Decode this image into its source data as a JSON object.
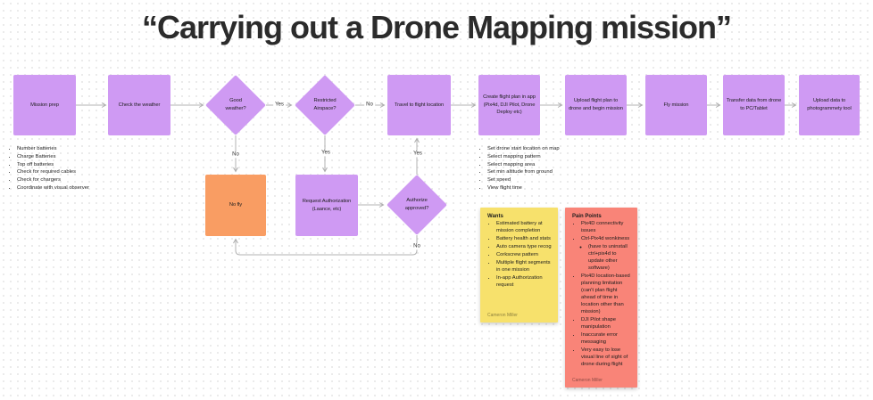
{
  "title": "“Carrying out a Drone Mapping mission”",
  "colors": {
    "node_purple": "#CF9AF3",
    "node_orange": "#F99D63",
    "sticky_yellow": "#F7E16C",
    "sticky_red": "#F98478",
    "connector": "#B3B3B3",
    "text": "#1E1E1E"
  },
  "flow": {
    "steps": [
      {
        "id": "mission-prep",
        "shape": "rect",
        "label": "Mission prep"
      },
      {
        "id": "check-weather",
        "shape": "rect",
        "label": "Check the weather"
      },
      {
        "id": "good-weather",
        "shape": "diamond",
        "label": "Good weather?"
      },
      {
        "id": "restricted-airspace",
        "shape": "diamond",
        "label": "Restricted Airspace?"
      },
      {
        "id": "travel",
        "shape": "rect",
        "label": "Travel to flight location"
      },
      {
        "id": "create-flight-plan",
        "shape": "rect",
        "label": "Create flight plan in app (Pix4d, DJI Pilot, Drone Deploy etc)"
      },
      {
        "id": "upload-flight-plan",
        "shape": "rect",
        "label": "Upload flight plan to drone and begin mission"
      },
      {
        "id": "fly-mission",
        "shape": "rect",
        "label": "Fly mission"
      },
      {
        "id": "transfer-data",
        "shape": "rect",
        "label": "Transfer data from drone to PC/Tablet"
      },
      {
        "id": "upload-data",
        "shape": "rect",
        "label": "Upload data to photogrammety tool"
      }
    ],
    "branch_steps": [
      {
        "id": "no-fly",
        "shape": "rect",
        "label": "No fly"
      },
      {
        "id": "request-authorization",
        "shape": "rect",
        "label": "Request Authorization (Laance, etc)"
      },
      {
        "id": "authorize-approved",
        "shape": "diamond",
        "label": "Authorize approved?"
      }
    ],
    "edge_labels": {
      "good_weather_yes": "Yes",
      "good_weather_no": "No",
      "restricted_airspace_yes": "Yes",
      "restricted_airspace_no": "No",
      "authorize_approved_yes": "Yes",
      "authorize_approved_no": "No"
    }
  },
  "checklists": {
    "mission_prep": [
      "Number batteries",
      "Charge Batteries",
      "Top off batteries",
      "Check for required cables",
      "Check for chargers",
      "Coordinate with visual observer"
    ],
    "flight_plan": [
      "Set drone start location on map",
      "Select mapping pattern",
      "Select mapping area",
      "Set min altitude from ground",
      "Set speed",
      "View flight time"
    ]
  },
  "stickies": {
    "wants": {
      "title": "Wants",
      "items": [
        "Estimated battery at mission completion",
        "Battery health and stats",
        "Auto camera type recog",
        "Corkscrew pattern",
        "Multiple flight segments in one mission",
        "In-app Authorization request"
      ],
      "author": "Cameron Miller"
    },
    "pain_points": {
      "title": "Pain Points",
      "items": [
        {
          "text": "Pix4D connectivity issues"
        },
        {
          "text": "Ctrl-Pix4d wonkiness",
          "sub": [
            "(have to uninstall ctrl+pix4d to update other software)"
          ]
        },
        {
          "text": "Pix4D location-based planning limitation (can't plan flight ahead of time in location other than mission)"
        },
        {
          "text": "DJI Pilot shape manipulation"
        },
        {
          "text": "Inaccurate error messaging"
        },
        {
          "text": "Very easy to lose visual line of sight of drone during flight"
        }
      ],
      "author": "Cameron Miller"
    }
  }
}
